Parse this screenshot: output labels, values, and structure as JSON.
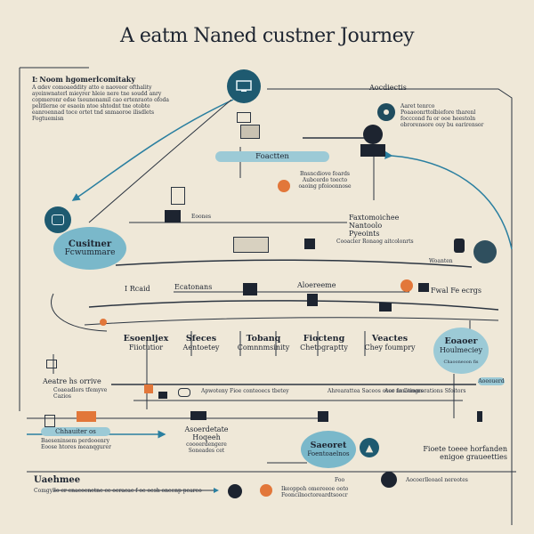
{
  "title": "A eatm Naned custner Journey",
  "top_left": {
    "heading": "Ŀ Noom hgomerlcomitaky",
    "body": [
      "A ɑdev comoaeddity atto e naoveor ofthality",
      "ayeinwnaterl mieyrer hleie nere tne soudd anry",
      "copmeronr edse tsounonamil cao ertenraoto ofoda",
      "pelitlerne or esaoin ntoe shtodnt tne otobte",
      "eanroennad toce ortet tnd snmaoroe ilisdlets",
      "Fogtuemisn"
    ]
  },
  "top_right": {
    "label": "Aocdiectis",
    "body": [
      "Aaret tenrco",
      "Poaaeonrttolbiefore tharenl",
      "focccond fu or ooe heestoln",
      "obrorensore ouy bu earirensor"
    ]
  },
  "center_pill": "Foactten",
  "center_notes": [
    "Bnsncdiove foards",
    "Aubcerdo toecto",
    "oaoing pfoioonnose"
  ],
  "left_circle": [
    "Cusitner",
    "Fcwummare"
  ],
  "mid_left": "Eoones",
  "mid_right": [
    "Faxtomoichee",
    "Nantoolo",
    "Pyeoints"
  ],
  "mid_right_sub": "Cooacler Ronaog aitcolonrts",
  "far_right": "Woanten",
  "row_labels": {
    "a": "I Rcaid",
    "b": "Ecatonans",
    "c": "Aloereeme",
    "d": "Fwal Fe ecrgs"
  },
  "stages": [
    {
      "title": "Esoenljex",
      "sub": "Fiiotutior"
    },
    {
      "title": "Sfeces",
      "sub": "Aentoetey"
    },
    {
      "title": "Tobanq",
      "sub": "Comnnmsinity"
    },
    {
      "title": "Fiocteng",
      "sub": "Chetograptty"
    },
    {
      "title": "Veactes",
      "sub": "Chey foumpry"
    }
  ],
  "right_circle": [
    "Eoaoer",
    "Houlmeciey"
  ],
  "right_circle_sub": "Chaooneoon fis",
  "right_tag": "Aoeouerd",
  "row2": {
    "label": "Aeatre hs orrive",
    "sub": [
      "Coaeadlors tfemyve",
      "Cazios"
    ],
    "items": [
      "Apwoteny  Fioe conteoecs tbetey",
      "Ahrearattea  Saceos ocer nmatiogrs",
      "Aoo fo Commorations Sfoitors"
    ]
  },
  "row3": {
    "left_pill": "Chhauiter os",
    "left_sub": [
      "Baeseninsem perdooenry",
      "Eoose htores meanqgurer"
    ],
    "center": [
      "Asoerdetate Hoqeeh",
      "coooerdengere",
      "Soneades cet"
    ],
    "circle": [
      "Saeoret",
      "Foentoaelnos"
    ],
    "right": [
      "Fioete toeee horfanden",
      "enigoe graueetties"
    ]
  },
  "bottom": {
    "heading": "Uaehmee",
    "text": "Comgyllo cr enaeoenetne ce oeracae f oe oesh oneenp peareo",
    "tag": "Foo",
    "note": [
      "Ikeoppoh omereeoe ooto",
      "Fooncilnoctoreardtsoocr"
    ],
    "right": "Aocoerlleoaol nereotes"
  },
  "colors": {
    "background": "#efe8d8",
    "accent": "#7ab8ca",
    "dark": "#1f4c5e",
    "orange": "#e2773a"
  }
}
